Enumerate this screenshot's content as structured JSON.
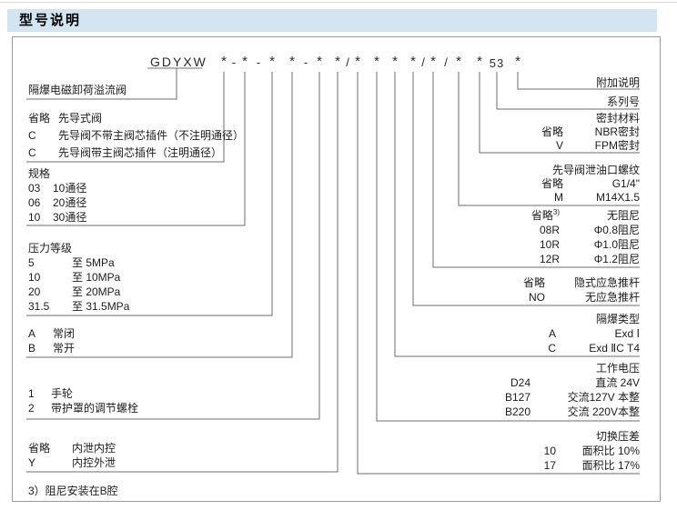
{
  "header": {
    "title": "型号说明"
  },
  "model_code": {
    "prefix": "GDYXW",
    "star": "*",
    "dash": "-",
    "slash": "/",
    "series": "53"
  },
  "left": {
    "valve_name": "隔爆电磁卸荷溢流阀",
    "pilot_type": {
      "rows": [
        [
          "省略",
          "先导式阀"
        ],
        [
          "C",
          "先导阀不带主阀芯插件（不注明通径）"
        ],
        [
          "C",
          "先导阀带主阀芯插件（注明通径）"
        ]
      ]
    },
    "size": {
      "header": "规格",
      "rows": [
        [
          "03",
          "10通径"
        ],
        [
          "06",
          "20通径"
        ],
        [
          "10",
          "30通径"
        ]
      ]
    },
    "pressure": {
      "header": "压力等级",
      "rows": [
        [
          "5",
          "至  5MPa"
        ],
        [
          "10",
          "至 10MPa"
        ],
        [
          "20",
          "至 20MPa"
        ],
        [
          "31.5",
          "至 31.5MPa"
        ]
      ]
    },
    "state": {
      "rows": [
        [
          "A",
          "常闭"
        ],
        [
          "B",
          "常开"
        ]
      ]
    },
    "adjust": {
      "rows": [
        [
          "1",
          "手轮"
        ],
        [
          "2",
          "带护罩的调节螺栓"
        ]
      ]
    },
    "drain": {
      "rows": [
        [
          "省略",
          "内泄内控"
        ],
        [
          "Y",
          "内控外泄"
        ]
      ]
    },
    "footnote": "3）阻尼安装在B腔"
  },
  "right": {
    "addendum": "附加说明",
    "series_label": "系列号",
    "seal": {
      "header": "密封材料",
      "rows": [
        [
          "省略",
          "NBR密封"
        ],
        [
          "V",
          "FPM密封"
        ]
      ]
    },
    "thread": {
      "header": "先导阀泄油口螺纹",
      "rows": [
        [
          "省略",
          "G1/4\""
        ],
        [
          "M",
          "M14X1.5"
        ]
      ]
    },
    "damping": {
      "sup": "3)",
      "rows": [
        [
          "省略",
          "无阻尼"
        ],
        [
          "08R",
          "Φ0.8阻尼"
        ],
        [
          "10R",
          "Φ1.0阻尼"
        ],
        [
          "12R",
          "Φ1.2阻尼"
        ]
      ]
    },
    "rod": {
      "rows": [
        [
          "省略",
          "隐式应急推杆"
        ],
        [
          "NO",
          "无应急推杆"
        ]
      ]
    },
    "exd": {
      "header": "隔爆类型",
      "rows": [
        [
          "A",
          "Exd Ⅰ"
        ],
        [
          "C",
          "Exd ⅡC T4"
        ]
      ]
    },
    "voltage": {
      "header": "工作电压",
      "rows": [
        [
          "D24",
          "直流 24V"
        ],
        [
          "B127",
          "交流127V 本整"
        ],
        [
          "B220",
          "交流 220V本整"
        ]
      ]
    },
    "diff": {
      "header": "切换压差",
      "rows": [
        [
          "10",
          "面积比  10%"
        ],
        [
          "17",
          "面积比  17%"
        ]
      ]
    }
  }
}
